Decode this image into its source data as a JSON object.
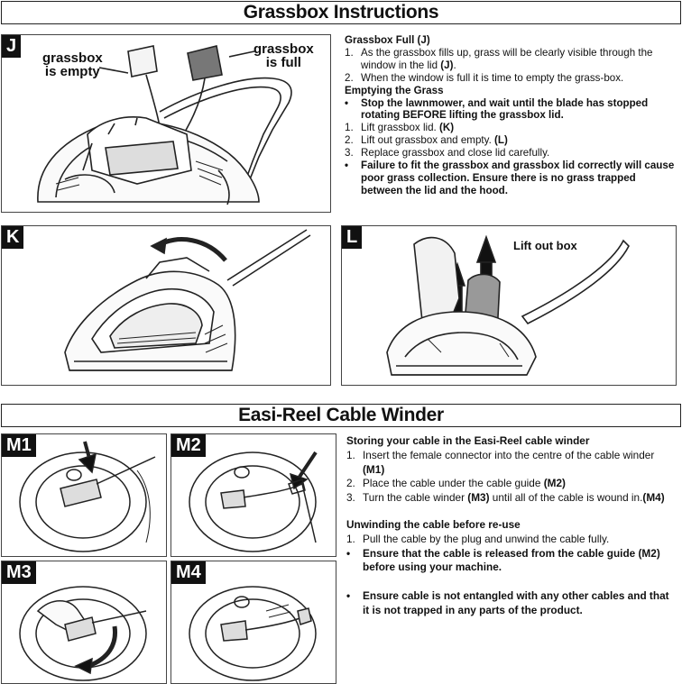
{
  "grassbox": {
    "title": "Grassbox Instructions",
    "panel_j": {
      "tag": "J",
      "label_empty_1": "grassbox",
      "label_empty_2": "is empty",
      "label_full_1": "grassbox",
      "label_full_2": "is full"
    },
    "panel_k": {
      "tag": "K"
    },
    "panel_l": {
      "tag": "L",
      "label": "Lift out box"
    },
    "full_heading": "Grassbox Full  (J)",
    "full_steps": [
      {
        "marker": "1.",
        "text": "As the grassbox fills up, grass will be clearly visible through the window in the lid ",
        "ref": "(J)",
        "after": "."
      },
      {
        "marker": "2.",
        "text": "When the window is full it is time to empty the grass-box.",
        "ref": "",
        "after": ""
      }
    ],
    "emptying_heading": "Emptying the Grass",
    "emptying_items": [
      {
        "marker": "•",
        "bold": true,
        "text": "Stop the lawnmower, and wait until the blade has stopped rotating BEFORE lifting the grassbox lid.",
        "ref": ""
      },
      {
        "marker": "1.",
        "bold": false,
        "text": "Lift grassbox lid. ",
        "ref": "(K)"
      },
      {
        "marker": "2.",
        "bold": false,
        "text": "Lift out grassbox and empty. ",
        "ref": "(L)"
      },
      {
        "marker": "3.",
        "bold": false,
        "text": "Replace grassbox and close lid carefully.",
        "ref": ""
      },
      {
        "marker": "•",
        "bold": true,
        "text": "Failure to fit the grassbox and grassbox lid correctly will cause poor grass collection.  Ensure there is no grass trapped between the lid and the hood.",
        "ref": ""
      }
    ]
  },
  "cable": {
    "title": "Easi-Reel Cable Winder",
    "panels": {
      "m1": "M1",
      "m2": "M2",
      "m3": "M3",
      "m4": "M4"
    },
    "storing_heading": "Storing your cable in the Easi-Reel cable winder",
    "storing_steps": [
      {
        "marker": "1.",
        "text": "Insert the female connector into the centre of the cable winder ",
        "ref": "(M1)"
      },
      {
        "marker": "2.",
        "text": "Place the cable under the cable guide ",
        "ref": "(M2)"
      },
      {
        "marker": "3.",
        "text": "Turn the cable winder ",
        "ref": "(M3)",
        "text2": " until all of the cable is wound in.",
        "ref2": "(M4)"
      }
    ],
    "unwinding_heading": "Unwinding the cable before re-use",
    "unwinding_items": [
      {
        "marker": "1.",
        "bold": false,
        "text": "Pull the cable by the plug and unwind the cable fully."
      },
      {
        "marker": "•",
        "bold": true,
        "text": "Ensure that the cable is released from the cable guide (M2) before using your machine."
      },
      {
        "marker": "•",
        "bold": true,
        "text": "Ensure cable is not entangled with any other cables and that it is not trapped in any parts of the product."
      }
    ]
  }
}
